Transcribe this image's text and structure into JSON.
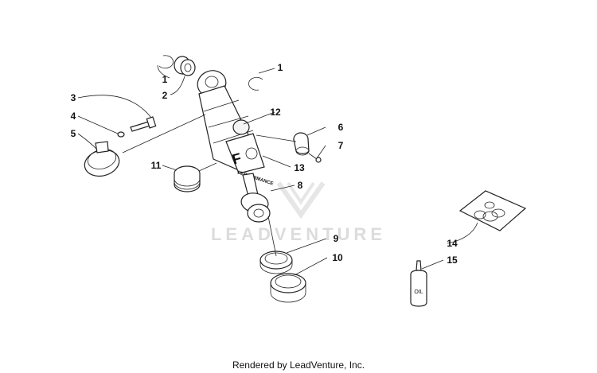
{
  "watermark": {
    "text": "LEADVENTURE"
  },
  "footer": {
    "text": "Rendered by LeadVenture, Inc."
  },
  "callouts": [
    {
      "id": "c1a",
      "label": "1"
    },
    {
      "id": "c1b",
      "label": "1"
    },
    {
      "id": "c2",
      "label": "2"
    },
    {
      "id": "c3",
      "label": "3"
    },
    {
      "id": "c4",
      "label": "4"
    },
    {
      "id": "c5",
      "label": "5"
    },
    {
      "id": "c6",
      "label": "6"
    },
    {
      "id": "c7",
      "label": "7"
    },
    {
      "id": "c8",
      "label": "8"
    },
    {
      "id": "c9",
      "label": "9"
    },
    {
      "id": "c10",
      "label": "10"
    },
    {
      "id": "c11",
      "label": "11"
    },
    {
      "id": "c12",
      "label": "12"
    },
    {
      "id": "c13",
      "label": "13"
    },
    {
      "id": "c14",
      "label": "14"
    },
    {
      "id": "c15",
      "label": "15"
    }
  ],
  "parts": {
    "bottle_label": "OIL"
  }
}
